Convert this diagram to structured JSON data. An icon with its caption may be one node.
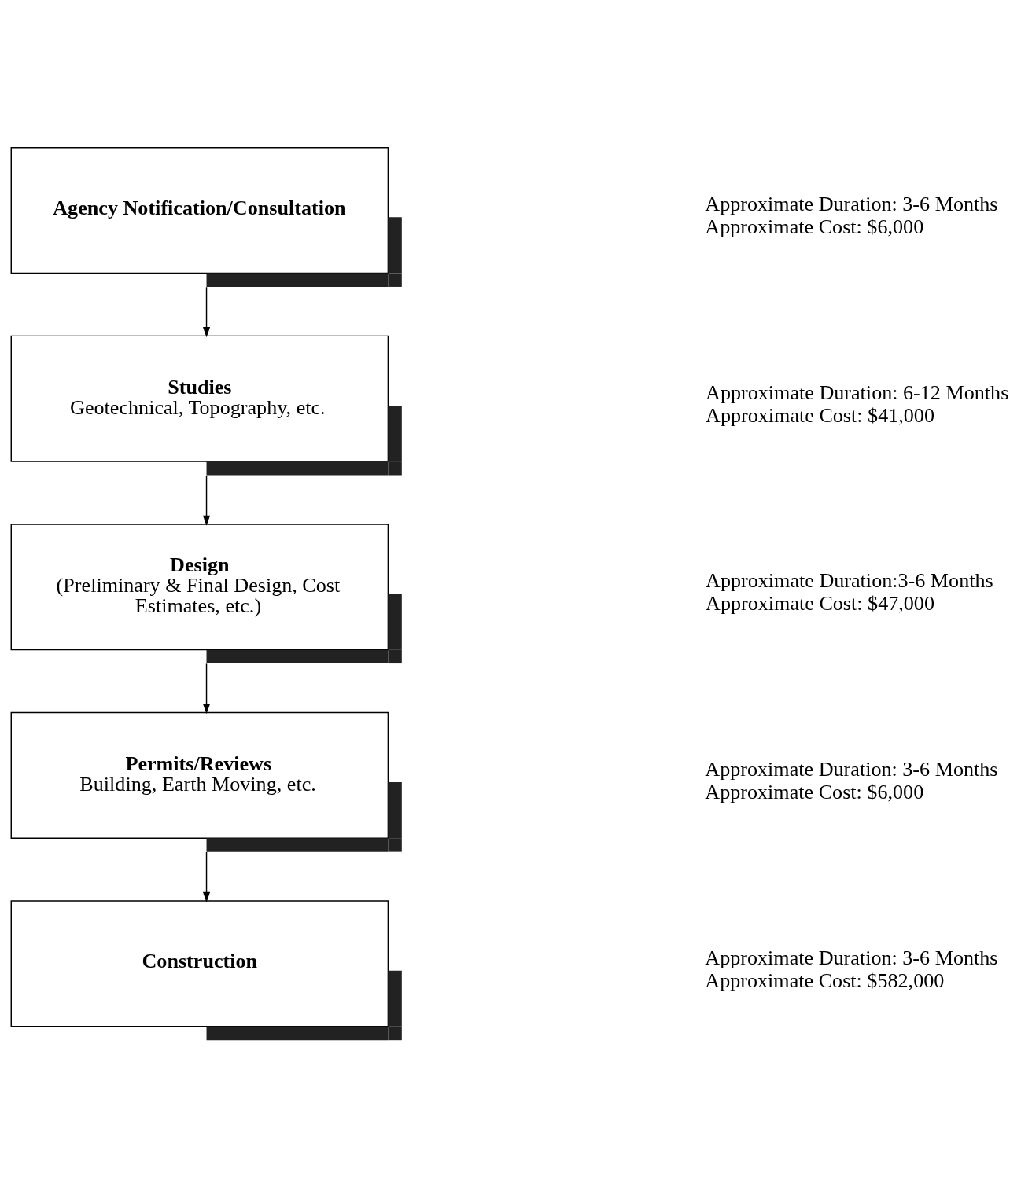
{
  "diagram": {
    "nodes": [
      {
        "text": [
          "Agency Notification/Consultation"
        ],
        "beside": [
          "Approximate Duration: 3-6 Months",
          "Approximate Cost: $6,000"
        ]
      },
      {
        "text": [
          "Studies",
          "Geotechnical, Topography, etc."
        ],
        "beside": [
          "Approximate Duration: 6-12 Months",
          "Approximate Cost: $41,000"
        ]
      },
      {
        "text": [
          "Design",
          "(Preliminary & Final Design, Cost Estimates, etc.)"
        ],
        "beside": [
          "Approximate Duration:3-6 Months",
          "Approximate Cost: $47,000"
        ]
      },
      {
        "text": [
          "Permits/Reviews",
          "Building, Earth Moving, etc."
        ],
        "beside": [
          "Approximate Duration: 3-6 Months",
          "Approximate Cost: $6,000"
        ]
      },
      {
        "text": [
          "Construction"
        ],
        "beside": [
          "Approximate Duration: 3-6 Months",
          "Approximate Cost: $582,000"
        ]
      }
    ],
    "edges": [
      {
        "from": 0,
        "to": 1,
        "arrow": "to"
      },
      {
        "from": 1,
        "to": 2,
        "arrow": "to"
      },
      {
        "from": 2,
        "to": 3,
        "arrow": "to"
      },
      {
        "from": 3,
        "to": 4,
        "arrow": "to"
      }
    ]
  }
}
